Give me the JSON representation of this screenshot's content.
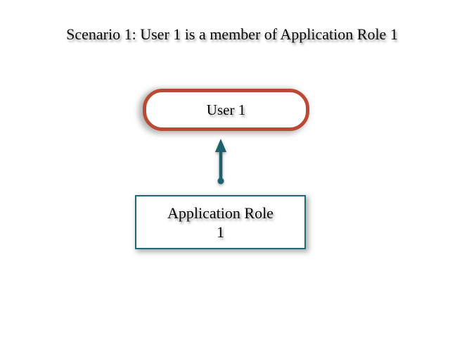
{
  "slide": {
    "title": "Scenario 1: User 1 is a member of Application Role 1",
    "background_color": "#ffffff"
  },
  "diagram": {
    "user_node": {
      "label": "User 1",
      "shape": "rounded-rectangle",
      "border_color": "#ba4a33",
      "fill_color": "#ffffff"
    },
    "role_node": {
      "lines": [
        "Application Role",
        "1"
      ],
      "shape": "rectangle",
      "border_color": "#1f6a72",
      "fill_color": "#ffffff"
    },
    "arrow": {
      "direction": "up",
      "from": "role_node",
      "to": "user_node",
      "color": "#1e616d",
      "tail_style": "dot",
      "head_style": "triangle"
    }
  },
  "colors": {
    "accent_red": "#ba4a33",
    "accent_teal": "#1f6a72",
    "arrow_teal": "#1e616d",
    "text": "#050505",
    "shadow": "#787878"
  }
}
